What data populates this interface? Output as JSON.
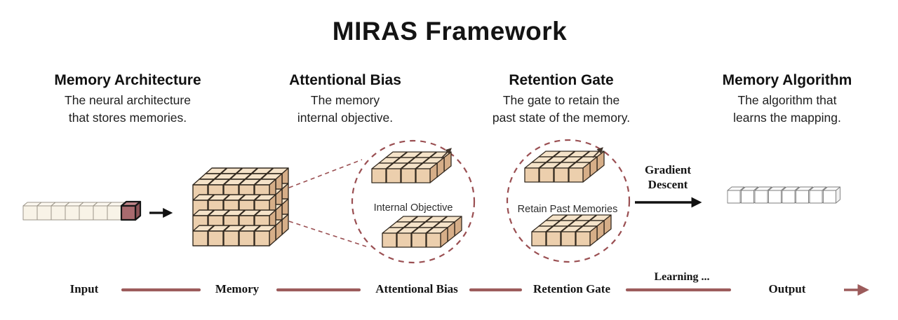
{
  "title": "MIRAS Framework",
  "columns": [
    {
      "heading": "Memory Architecture",
      "description": "The neural architecture\nthat stores memories."
    },
    {
      "heading": "Attentional Bias",
      "description": "The memory\ninternal objective."
    },
    {
      "heading": "Retention Gate",
      "description": "The gate to retain the\npast state of the memory."
    },
    {
      "heading": "Memory Algorithm",
      "description": "The algorithm that\nlearns the mapping."
    }
  ],
  "figure": {
    "internal_objective": "Internal Objective",
    "retain_past_memories": "Retain Past Memories",
    "gradient_descent": "Gradient\nDescent"
  },
  "timeline": {
    "input": "Input",
    "memory": "Memory",
    "attentional_bias": "Attentional Bias",
    "retention_gate": "Retention Gate",
    "learning": "Learning ...",
    "output": "Output"
  },
  "colors": {
    "timeline_maroon": "#9c5b5b",
    "dashed_maroon": "#9a4f52",
    "cube_tan_face": "#eccfad",
    "cube_cream_face": "#f8f3e7",
    "highlight_cube_face": "#a86a6e",
    "output_cube_face": "#ffffff"
  }
}
